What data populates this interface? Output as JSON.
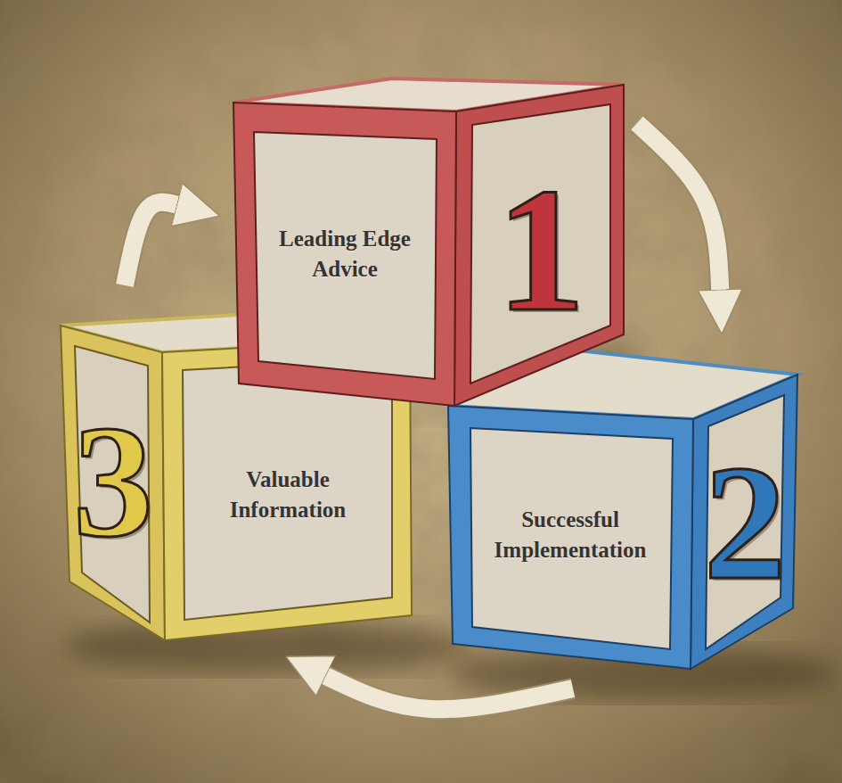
{
  "diagram": {
    "nodes": [
      {
        "text": [
          "Leading Edge Advice",
          "1"
        ]
      },
      {
        "text": [
          "Successful Implementation",
          "2"
        ]
      },
      {
        "text": [
          "Valuable Information",
          "3"
        ]
      }
    ],
    "edges": [
      {
        "from": 0,
        "to": 1,
        "arrow": "to"
      },
      {
        "from": 1,
        "to": 2,
        "arrow": "to"
      },
      {
        "from": 2,
        "to": 0,
        "arrow": "to"
      }
    ]
  }
}
